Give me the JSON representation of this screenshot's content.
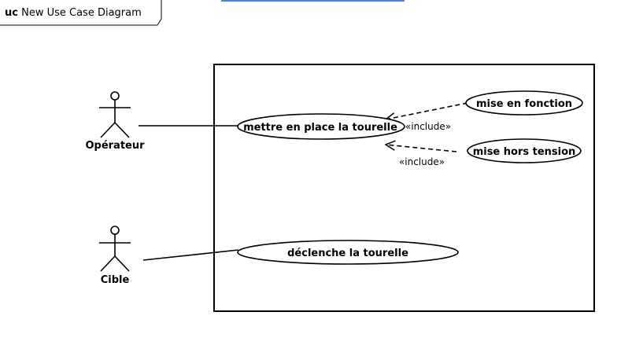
{
  "diagram": {
    "frame": {
      "keyword": "uc",
      "name": "New Use Case Diagram"
    },
    "actors": [
      {
        "id": "operateur",
        "label": "Opérateur"
      },
      {
        "id": "cible",
        "label": "Cible"
      }
    ],
    "use_cases": [
      {
        "id": "mettre-en-place",
        "label": "mettre en place la tourelle"
      },
      {
        "id": "mise-en-fonction",
        "label": "mise en fonction"
      },
      {
        "id": "mise-hors-tension",
        "label": "mise hors tension"
      },
      {
        "id": "declenche",
        "label": "déclenche la tourelle"
      }
    ],
    "relations": [
      {
        "type": "include",
        "label": "«include»",
        "from": "mise-en-fonction",
        "to": "mettre-en-place"
      },
      {
        "type": "include",
        "label": "«include»",
        "from": "mise-hors-tension",
        "to": "mettre-en-place"
      },
      {
        "type": "association",
        "from": "operateur",
        "to": "mettre-en-place"
      },
      {
        "type": "association",
        "from": "cible",
        "to": "declenche"
      }
    ],
    "colors": {
      "line": "#000000",
      "background": "#ffffff",
      "accent": "#3c87e6"
    }
  }
}
